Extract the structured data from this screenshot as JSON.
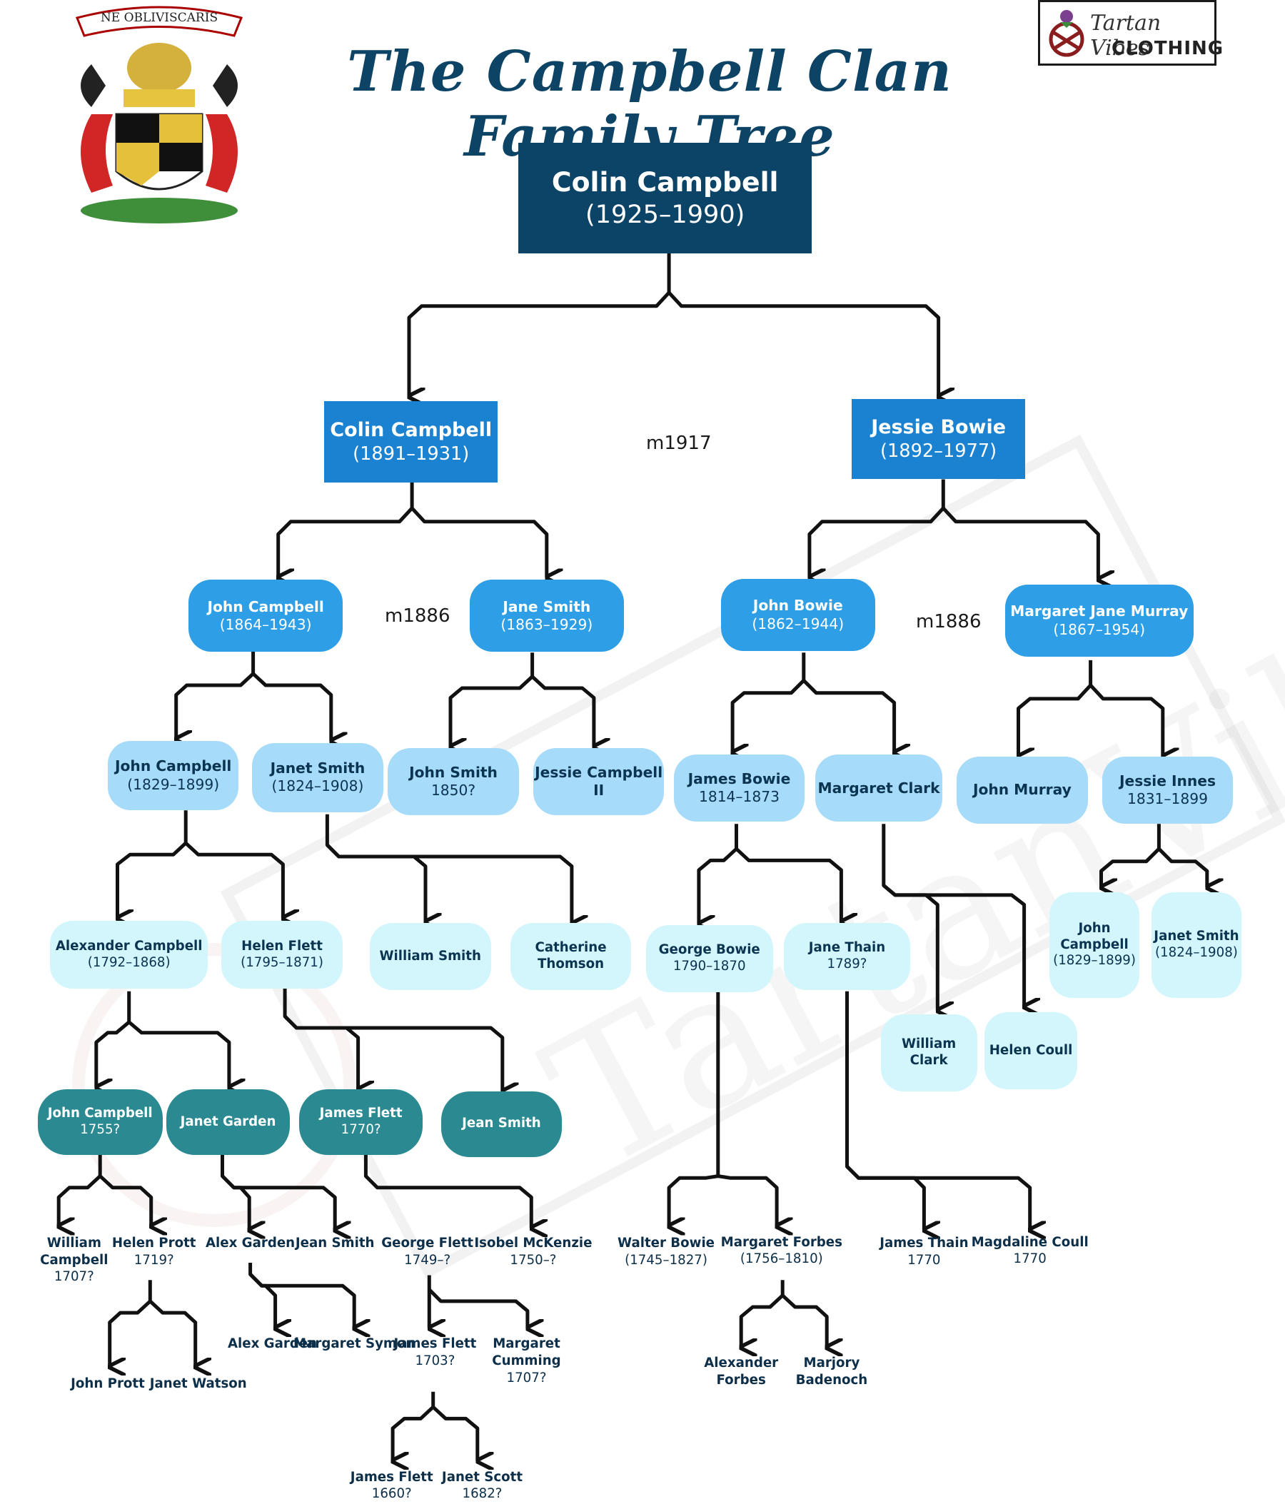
{
  "title": "The Campbell Clan Family Tree",
  "crest_motto": "NE OBLIVISCARIS",
  "brand": {
    "line1": "Tartan Vibes",
    "line2": "CLOTHING"
  },
  "colors": {
    "title": "#0d4466",
    "level0": "#0c4468",
    "level1": "#1a82d0",
    "level2": "#2e9fe6",
    "level3": "#a6dbf9",
    "level4": "#d3f6fd",
    "level5": "#2b8a91",
    "connector": "#111111"
  },
  "marriages": [
    {
      "id": "m1",
      "label": "m1917"
    },
    {
      "id": "m2",
      "label": "m1886"
    },
    {
      "id": "m3",
      "label": "m1886"
    }
  ],
  "people": [
    {
      "id": "p0",
      "name": "Colin Campbell",
      "dates": "(1925–1990)"
    },
    {
      "id": "p1",
      "name": "Colin Campbell",
      "dates": "(1891–1931)"
    },
    {
      "id": "p2",
      "name": "Jessie Bowie",
      "dates": "(1892–1977)"
    },
    {
      "id": "p3",
      "name": "John Campbell",
      "dates": "(1864–1943)"
    },
    {
      "id": "p4",
      "name": "Jane Smith",
      "dates": "(1863–1929)"
    },
    {
      "id": "p5",
      "name": "John Bowie",
      "dates": "(1862–1944)"
    },
    {
      "id": "p6",
      "name": "Margaret Jane Murray",
      "dates": "(1867–1954)"
    },
    {
      "id": "p7",
      "name": "John Campbell",
      "dates": "(1829–1899)"
    },
    {
      "id": "p8",
      "name": "Janet Smith",
      "dates": "(1824–1908)"
    },
    {
      "id": "p9",
      "name": "John Smith",
      "dates": "1850?"
    },
    {
      "id": "p10",
      "name": "Jessie Campbell II",
      "dates": ""
    },
    {
      "id": "p11",
      "name": "James Bowie",
      "dates": "1814–1873"
    },
    {
      "id": "p12",
      "name": "Margaret Clark",
      "dates": ""
    },
    {
      "id": "p13",
      "name": "John Murray",
      "dates": ""
    },
    {
      "id": "p14",
      "name": "Jessie Innes",
      "dates": "1831–1899"
    },
    {
      "id": "p15",
      "name": "Alexander Campbell",
      "dates": "(1792–1868)"
    },
    {
      "id": "p16",
      "name": "Helen Flett",
      "dates": "(1795–1871)"
    },
    {
      "id": "p17",
      "name": "William Smith",
      "dates": ""
    },
    {
      "id": "p18",
      "name": "Catherine Thomson",
      "dates": ""
    },
    {
      "id": "p19",
      "name": "George Bowie",
      "dates": "1790–1870"
    },
    {
      "id": "p20",
      "name": "Jane Thain",
      "dates": "1789?"
    },
    {
      "id": "p21",
      "name": "John Campbell",
      "dates": "(1829–1899)"
    },
    {
      "id": "p22",
      "name": "Janet Smith",
      "dates": "(1824–1908)"
    },
    {
      "id": "p23",
      "name": "William Clark",
      "dates": ""
    },
    {
      "id": "p24",
      "name": "Helen Coull",
      "dates": ""
    },
    {
      "id": "p25",
      "name": "John Campbell",
      "dates": "1755?"
    },
    {
      "id": "p26",
      "name": "Janet Garden",
      "dates": ""
    },
    {
      "id": "p27",
      "name": "James Flett",
      "dates": "1770?"
    },
    {
      "id": "p28",
      "name": "Jean Smith",
      "dates": ""
    },
    {
      "id": "p29",
      "name": "William Campbell",
      "dates": "1707?"
    },
    {
      "id": "p30",
      "name": "Helen Prott",
      "dates": "1719?"
    },
    {
      "id": "p31",
      "name": "Alex Garden",
      "dates": ""
    },
    {
      "id": "p32",
      "name": "Jean Smith",
      "dates": ""
    },
    {
      "id": "p33",
      "name": "George Flett",
      "dates": "1749–?"
    },
    {
      "id": "p34",
      "name": "Isobel McKenzie",
      "dates": "1750–?"
    },
    {
      "id": "p35",
      "name": "Walter Bowie",
      "dates": "(1745–1827)"
    },
    {
      "id": "p36",
      "name": "Margaret Forbes",
      "dates": "(1756–1810)"
    },
    {
      "id": "p37",
      "name": "James Thain",
      "dates": "1770"
    },
    {
      "id": "p38",
      "name": "Magdaline Coull",
      "dates": "1770"
    },
    {
      "id": "p39",
      "name": "John Prott",
      "dates": ""
    },
    {
      "id": "p40",
      "name": "Janet Watson",
      "dates": ""
    },
    {
      "id": "p41",
      "name": "Alex Garden",
      "dates": ""
    },
    {
      "id": "p42",
      "name": "Margaret Symon",
      "dates": ""
    },
    {
      "id": "p43",
      "name": "James Flett",
      "dates": "1703?"
    },
    {
      "id": "p44",
      "name": "Margaret Cumming",
      "dates": "1707?"
    },
    {
      "id": "p45",
      "name": "Alexander Forbes",
      "dates": ""
    },
    {
      "id": "p46",
      "name": "Marjory Badenoch",
      "dates": ""
    },
    {
      "id": "p47",
      "name": "James Flett",
      "dates": "1660?"
    },
    {
      "id": "p48",
      "name": "Janet Scott",
      "dates": "1682?"
    }
  ]
}
